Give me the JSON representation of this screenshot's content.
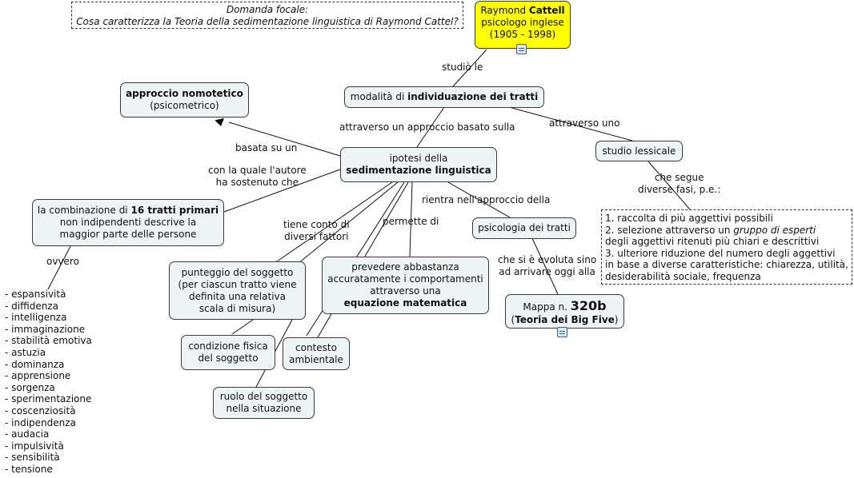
{
  "focal_question": {
    "title": "Domanda focale:",
    "question": "Cosa caratterizza la Teoria della sedimentazione linguistica di Raymond Cattel?"
  },
  "root": {
    "name_plain": "Raymond ",
    "name_bold": "Cattell",
    "line2": "psicologo inglese",
    "line3": "(1905 - 1998)",
    "icon": "note-icon",
    "color": "#ffff00"
  },
  "links": {
    "studio_le": "studiò le",
    "attraverso_approccio": "attraverso un approccio basato sulla",
    "attraverso_uno": "attraverso uno",
    "basata_su_un": "basata su un",
    "con_la_quale_1": "con la quale l'autore",
    "con_la_quale_2": "ha sostenuto che",
    "tiene_conto_1": "tiene conto di",
    "tiene_conto_2": "diversi fattori",
    "permette_di": "permette di",
    "rientra": "rientra nell'approccio della",
    "che_segue_1": "che segue",
    "che_segue_2": "diverse fasi, p.e.:",
    "evoluta_1": "che si è evoluta sino",
    "evoluta_2": "ad arrivare oggi alla",
    "ovvero": "ovvero"
  },
  "nodes": {
    "modalita_plain": "modalità di ",
    "modalita_bold": "individuazione dei tratti",
    "approccio_bold": "approccio nomotetico",
    "approccio_sub": "(psicometrico)",
    "ipotesi_line1": "ipotesi della",
    "ipotesi_bold": "sedimentazione linguistica",
    "studio_lessicale": "studio lessicale",
    "combinazione_pre": "la combinazione di ",
    "combinazione_bold": "16 tratti primari",
    "combinazione_line2": "non indipendenti descrive la",
    "combinazione_line3": "maggior parte delle persone",
    "punteggio_1": "punteggio del soggetto",
    "punteggio_2": "(per ciascun tratto viene",
    "punteggio_3": "definita una relativa",
    "punteggio_4": "scala di misura)",
    "prevedere_1": "prevedere abbastanza",
    "prevedere_2": "accuratamente i comportamenti",
    "prevedere_3": "attraverso una",
    "prevedere_bold": "equazione matematica",
    "psicologia": "psicologia dei tratti",
    "condizione_1": "condizione fisica",
    "condizione_2": "del soggetto",
    "contesto_1": "contesto",
    "contesto_2": "ambientale",
    "ruolo_1": "ruolo del soggetto",
    "ruolo_2": "nella situazione",
    "mappa_pre": "Mappa n. ",
    "mappa_num": "320b",
    "mappa_open": "(",
    "mappa_bold": "Teoria dei Big Five",
    "mappa_close": ")",
    "mappa_icon": "map-link-icon"
  },
  "fasi": {
    "l1": "1. raccolta di più aggettivi possibili",
    "l2_pre": "2. selezione attraverso un ",
    "l2_italic": "gruppo di esperti",
    "l3": "degli aggettivi ritenuti più chiari e descrittivi",
    "l4": "3. ulteriore riduzione del numero degli aggettivi",
    "l5": "in base a diverse caratteristiche: chiarezza, utilità,",
    "l6": "desiderabilità sociale, frequenza"
  },
  "tratti": [
    "- espansività",
    "- diffidenza",
    "- intelligenza",
    "- immaginazione",
    "- stabilità emotiva",
    "- astuzia",
    "- dominanza",
    "- apprensione",
    "- sorgenza",
    "- sperimentazione",
    "- coscenziosità",
    "- indipendenza",
    "- audacia",
    "- impulsività",
    "- sensibilità",
    "- tensione"
  ]
}
